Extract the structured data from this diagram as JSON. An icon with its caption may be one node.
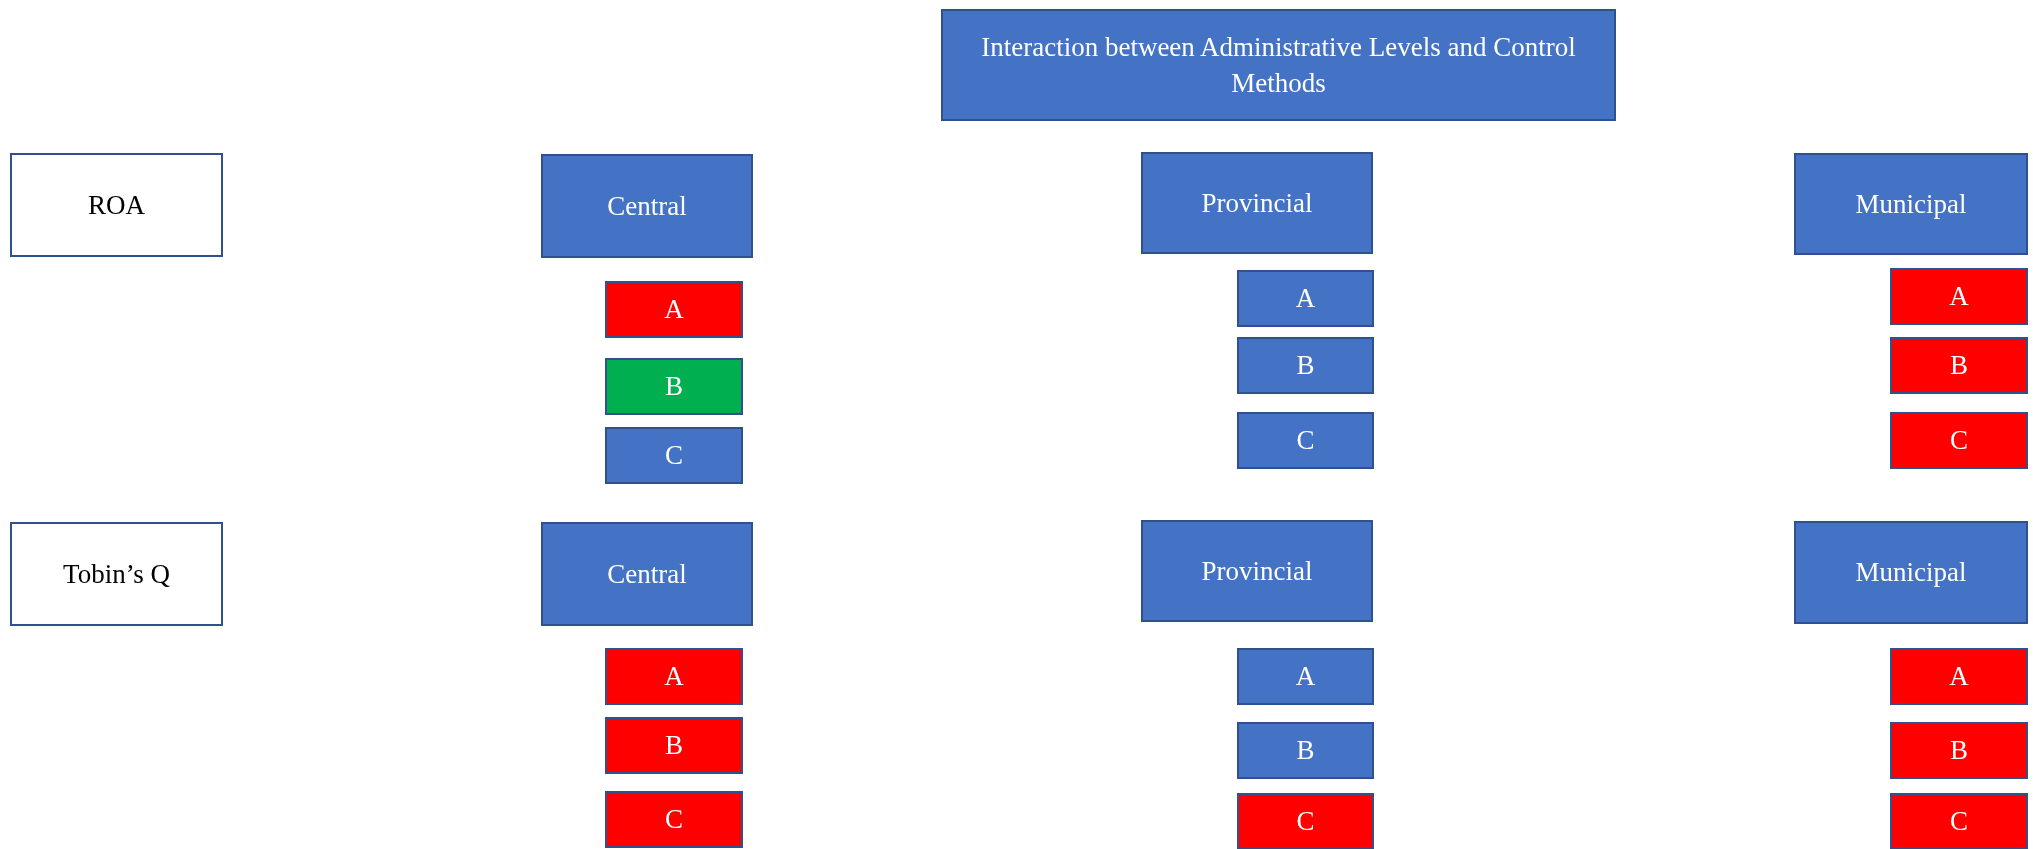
{
  "diagram": {
    "nodes": [
      {
        "text": [
          "Interaction between Administrative Levels and Control Methods"
        ]
      },
      {
        "text": [
          "ROA"
        ]
      },
      {
        "text": [
          "Central"
        ]
      },
      {
        "text": [
          "A"
        ]
      },
      {
        "text": [
          "B"
        ]
      },
      {
        "text": [
          "C"
        ]
      },
      {
        "text": [
          "Provincial"
        ]
      },
      {
        "text": [
          "A"
        ]
      },
      {
        "text": [
          "B"
        ]
      },
      {
        "text": [
          "C"
        ]
      },
      {
        "text": [
          "Municipal"
        ]
      },
      {
        "text": [
          "A"
        ]
      },
      {
        "text": [
          "B"
        ]
      },
      {
        "text": [
          "C"
        ]
      },
      {
        "text": [
          "Tobin’s Q"
        ]
      },
      {
        "text": [
          "Central"
        ]
      },
      {
        "text": [
          "A"
        ]
      },
      {
        "text": [
          "B"
        ]
      },
      {
        "text": [
          "C"
        ]
      },
      {
        "text": [
          "Provincial"
        ]
      },
      {
        "text": [
          "A"
        ]
      },
      {
        "text": [
          "B"
        ]
      },
      {
        "text": [
          "C"
        ]
      },
      {
        "text": [
          "Municipal"
        ]
      },
      {
        "text": [
          "A"
        ]
      },
      {
        "text": [
          "B"
        ]
      },
      {
        "text": [
          "C"
        ]
      }
    ],
    "edges": []
  }
}
